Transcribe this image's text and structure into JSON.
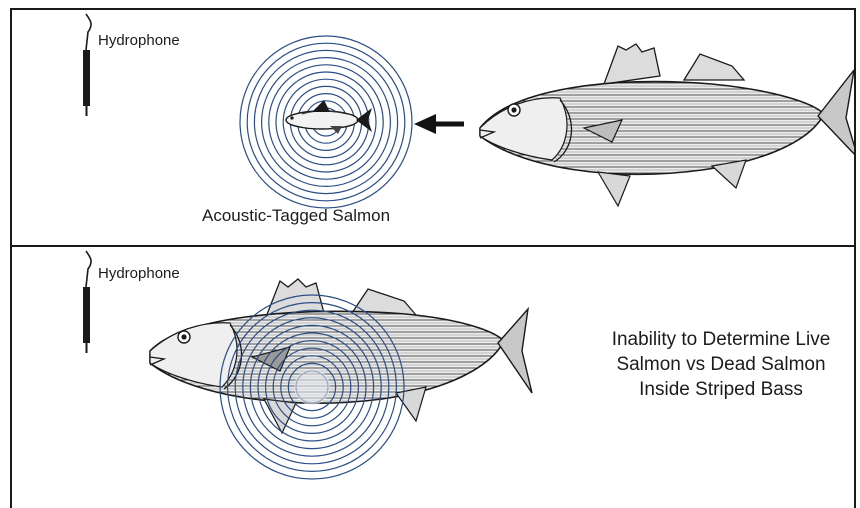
{
  "top_panel": {
    "hydrophone_label": "Hydrophone",
    "salmon_label": "Acoustic-Tagged Salmon"
  },
  "bottom_panel": {
    "hydrophone_label": "Hydrophone",
    "explanation": "Inability to Determine Live Salmon vs Dead Salmon Inside Striped Bass"
  },
  "colors": {
    "signal_rings": "#2a4f86",
    "outline": "#1a1a1a",
    "fish_body": "#e6e6e6",
    "fish_stripes": "#4a4a4a"
  },
  "icons": {
    "hydrophone": "hydrophone-icon",
    "arrow": "arrow-left-icon"
  }
}
